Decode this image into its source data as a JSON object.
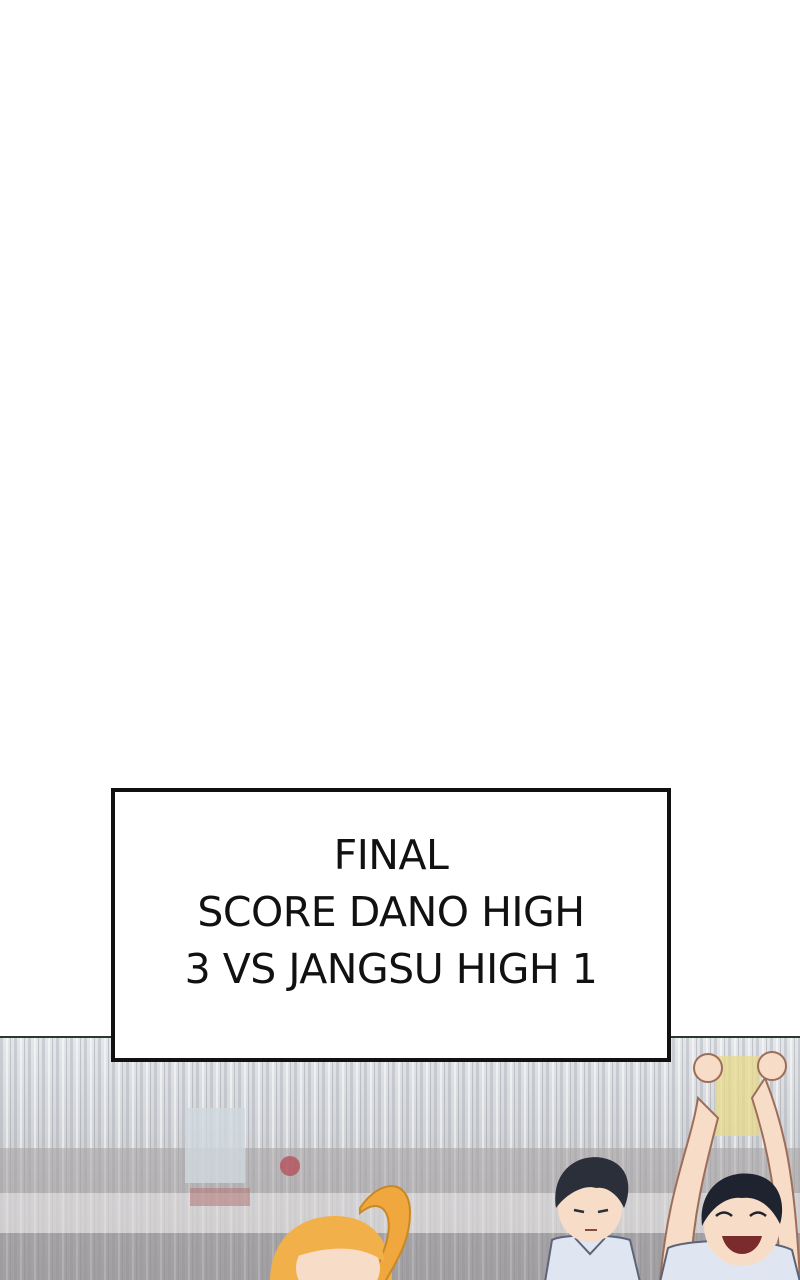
{
  "caption": {
    "lines": [
      "FINAL",
      "SCORE DANO HIGH",
      "3 VS JANGSU HIGH 1"
    ]
  },
  "colors": {
    "panel_background": "#ffffff",
    "caption_border": "#111111",
    "caption_text": "#111111",
    "stadium_backdrop": "#cfcfd2",
    "hair_dark": "#2b2f3a",
    "hair_blonde": "#f2b04a",
    "skin": "#f7dcc8",
    "shirt": "#dfe6f2"
  },
  "scene": {
    "characters": [
      "blonde-girl-character",
      "dark-haired-boy-character",
      "cheering-boy-character"
    ]
  }
}
